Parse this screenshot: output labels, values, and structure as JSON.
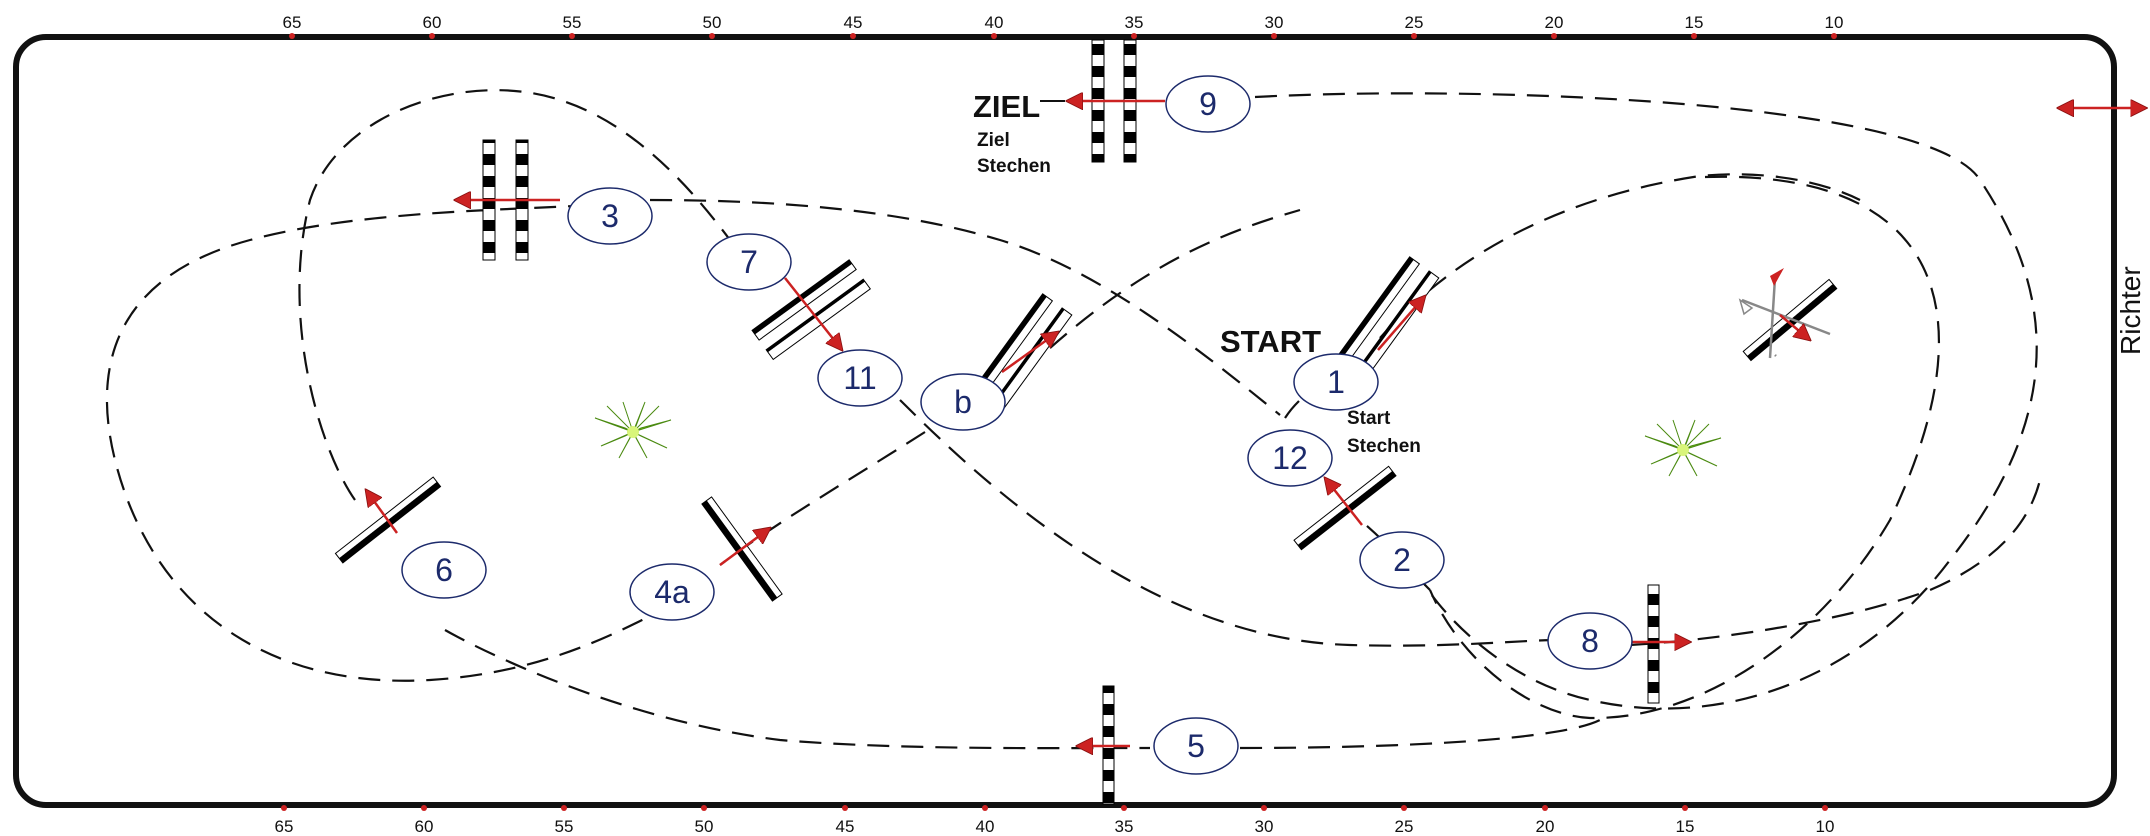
{
  "arena": {
    "axis_labels_top": [
      "65",
      "60",
      "55",
      "50",
      "45",
      "40",
      "35",
      "30",
      "25",
      "20",
      "15",
      "10"
    ],
    "axis_labels_bottom": [
      "65",
      "60",
      "55",
      "50",
      "45",
      "40",
      "35",
      "30",
      "25",
      "20",
      "15",
      "10"
    ],
    "judge_label": "Richter"
  },
  "labels": {
    "finish": "ZIEL",
    "finish_jumpoff_line1": "Ziel",
    "finish_jumpoff_line2": "Stechen",
    "start": "START",
    "start_jumpoff_line1": "Start",
    "start_jumpoff_line2": "Stechen"
  },
  "obstacles": [
    {
      "id": "1"
    },
    {
      "id": "2"
    },
    {
      "id": "3"
    },
    {
      "id": "4a"
    },
    {
      "id": "b"
    },
    {
      "id": "5"
    },
    {
      "id": "6"
    },
    {
      "id": "7"
    },
    {
      "id": "8"
    },
    {
      "id": "9"
    },
    {
      "id": "11"
    },
    {
      "id": "12"
    }
  ],
  "colors": {
    "border": "#111111",
    "pole_black": "#000000",
    "pole_white": "#ffffff",
    "arrow_red": "#cc2222",
    "number_text": "#1c2a6b",
    "plant_green": "#6bbf1a"
  },
  "decor": {
    "plants": [
      "plant-icon",
      "plant-icon"
    ],
    "water_jump": "flag-icon"
  }
}
